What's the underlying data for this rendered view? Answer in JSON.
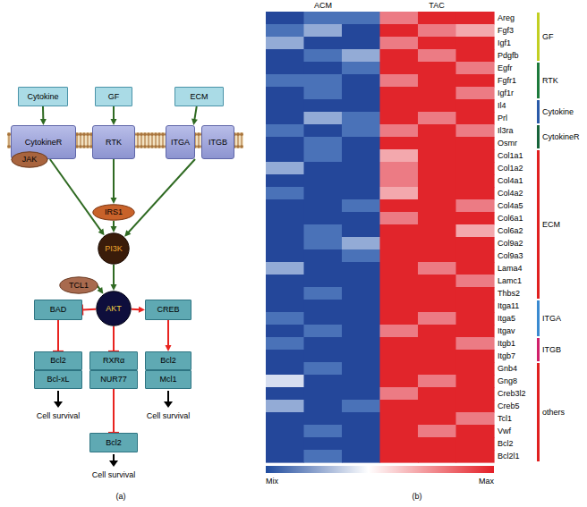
{
  "diagram": {
    "nodes": [
      {
        "text": [
          "Cytokine"
        ]
      },
      {
        "text": [
          "GF"
        ]
      },
      {
        "text": [
          "ECM"
        ]
      },
      {
        "text": [
          "CytokineR"
        ]
      },
      {
        "text": [
          "RTK"
        ]
      },
      {
        "text": [
          "ITGA"
        ]
      },
      {
        "text": [
          "ITGB"
        ]
      },
      {
        "text": [
          "JAK"
        ]
      },
      {
        "text": [
          "IRS1"
        ]
      },
      {
        "text": [
          "PI3K"
        ]
      },
      {
        "text": [
          "TCL1"
        ]
      },
      {
        "text": [
          "AKT"
        ]
      },
      {
        "text": [
          "BAD"
        ]
      },
      {
        "text": [
          "CREB"
        ]
      },
      {
        "text": [
          "Bcl2"
        ]
      },
      {
        "text": [
          "Bcl-xL"
        ]
      },
      {
        "text": [
          "RXRα"
        ]
      },
      {
        "text": [
          "NUR77"
        ]
      },
      {
        "text": [
          "Bcl2"
        ]
      },
      {
        "text": [
          "Mcl1"
        ]
      },
      {
        "text": [
          "Bcl2"
        ]
      }
    ],
    "edges": [
      {
        "from": 0,
        "to": 3,
        "arrow": "to"
      },
      {
        "from": 1,
        "to": 4,
        "arrow": "to"
      },
      {
        "from": 2,
        "to": 5,
        "arrow": "to"
      },
      {
        "from": 3,
        "to": 9,
        "arrow": "to"
      },
      {
        "from": 4,
        "to": 8,
        "arrow": "to"
      },
      {
        "from": 8,
        "to": 9,
        "arrow": "to"
      },
      {
        "from": 5,
        "to": 9,
        "arrow": "to"
      },
      {
        "from": 9,
        "to": 11,
        "arrow": "to"
      },
      {
        "from": 10,
        "to": 11,
        "arrow": "to"
      },
      {
        "from": 11,
        "to": 12,
        "arrow": "to"
      },
      {
        "from": 12,
        "to": 14,
        "arrow": "to"
      },
      {
        "from": 11,
        "to": 16,
        "arrow": "to"
      },
      {
        "from": 17,
        "to": 20,
        "arrow": "to"
      },
      {
        "from": 11,
        "to": 13,
        "arrow": "to"
      },
      {
        "from": 13,
        "to": 18,
        "arrow": "to"
      }
    ],
    "labels": [
      "Cell survival",
      "Cell survival",
      "Cell survival",
      "(a)",
      "ACM",
      "TAC",
      "Areg",
      "Fgf3",
      "Igf1",
      "Pdgfb",
      "Egfr",
      "Fgfr1",
      "Igf1r",
      "Il4",
      "Prl",
      "Il3ra",
      "Osmr",
      "Col1a1",
      "Col1a2",
      "Col4a1",
      "Col4a2",
      "Col4a5",
      "Col6a1",
      "Col6a2",
      "Col9a2",
      "Col9a3",
      "Lama4",
      "Lamc1",
      "Thbs2",
      "Itga11",
      "Itga5",
      "Itgav",
      "Itgb1",
      "Itgb7",
      "Gnb4",
      "Gng8",
      "Creb3l2",
      "Creb5",
      "Tcl1",
      "Vwf",
      "Bcl2",
      "Bcl2l1",
      "GF",
      "RTK",
      "Cytokine",
      "CytokineR",
      "ECM",
      "ITGA",
      "ITGB",
      "others",
      "Mix",
      "Max",
      "(b)"
    ]
  }
}
